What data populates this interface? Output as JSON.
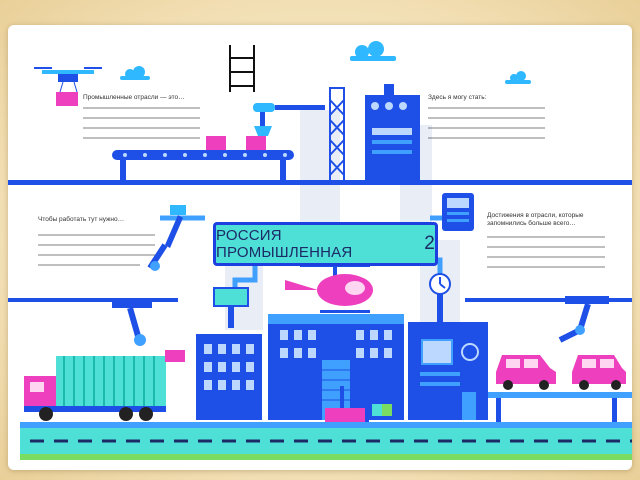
{
  "title": {
    "main": "РОССИЯ ПРОМЫШЛЕННАЯ",
    "num": "2"
  },
  "prompts": [
    "Промышленные отрасли — это…",
    "Здесь я могу стать:",
    "Чтобы работать тут нужно…",
    "Достижения в отрасли, которые запомнились больше всего…"
  ],
  "colors": {
    "accent": "#1e4fe6",
    "blue_light": "#3fa0ff",
    "teal": "#4ee0d7",
    "pink": "#ee3fbf",
    "bg": "#f2dfb4"
  }
}
